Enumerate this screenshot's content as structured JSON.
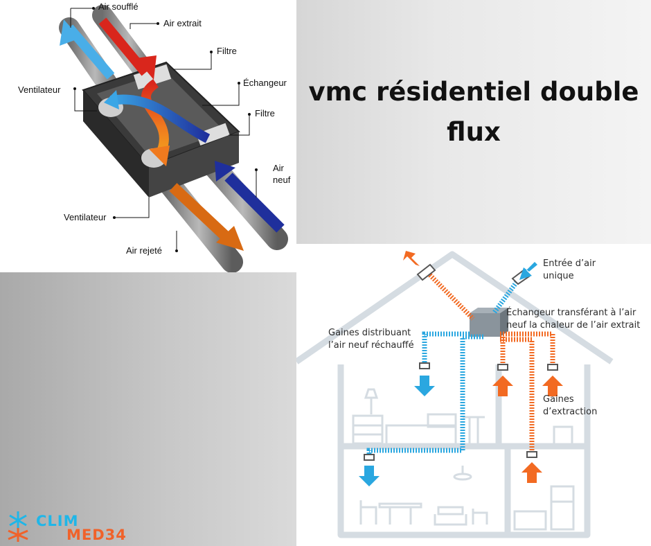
{
  "title": "vmc résidentiel double flux",
  "unit_labels": {
    "air_souffle": "Air soufflé",
    "air_extrait": "Air extrait",
    "filtre_top": "Filtre",
    "echangeur": "Échangeur",
    "ventilateur_top": "Ventilateur",
    "filtre_right": "Filtre",
    "air_neuf_1": "Air",
    "air_neuf_2": "neuf",
    "ventilateur_bottom": "Ventilateur",
    "air_rejete": "Air rejeté"
  },
  "house_labels": {
    "entree_1": "Entrée d’air",
    "entree_2": "unique",
    "echangeur_1": "Échangeur transférant à l’air",
    "echangeur_2": "neuf la chaleur de l’air extrait",
    "gaines_dist_1": "Gaines distribuant",
    "gaines_dist_2": "l’air neuf réchauffé",
    "gaines_ext_1": "Gaines",
    "gaines_ext_2": "d’extraction"
  },
  "logo": {
    "line1": "CLIM",
    "line2": "MED34"
  },
  "colors": {
    "cold": "#2aa7e0",
    "warm": "#f26a22",
    "house_outline": "#d5dce2",
    "fresh_air": "#1f2f9c",
    "extracted_air": "#d9261c"
  }
}
